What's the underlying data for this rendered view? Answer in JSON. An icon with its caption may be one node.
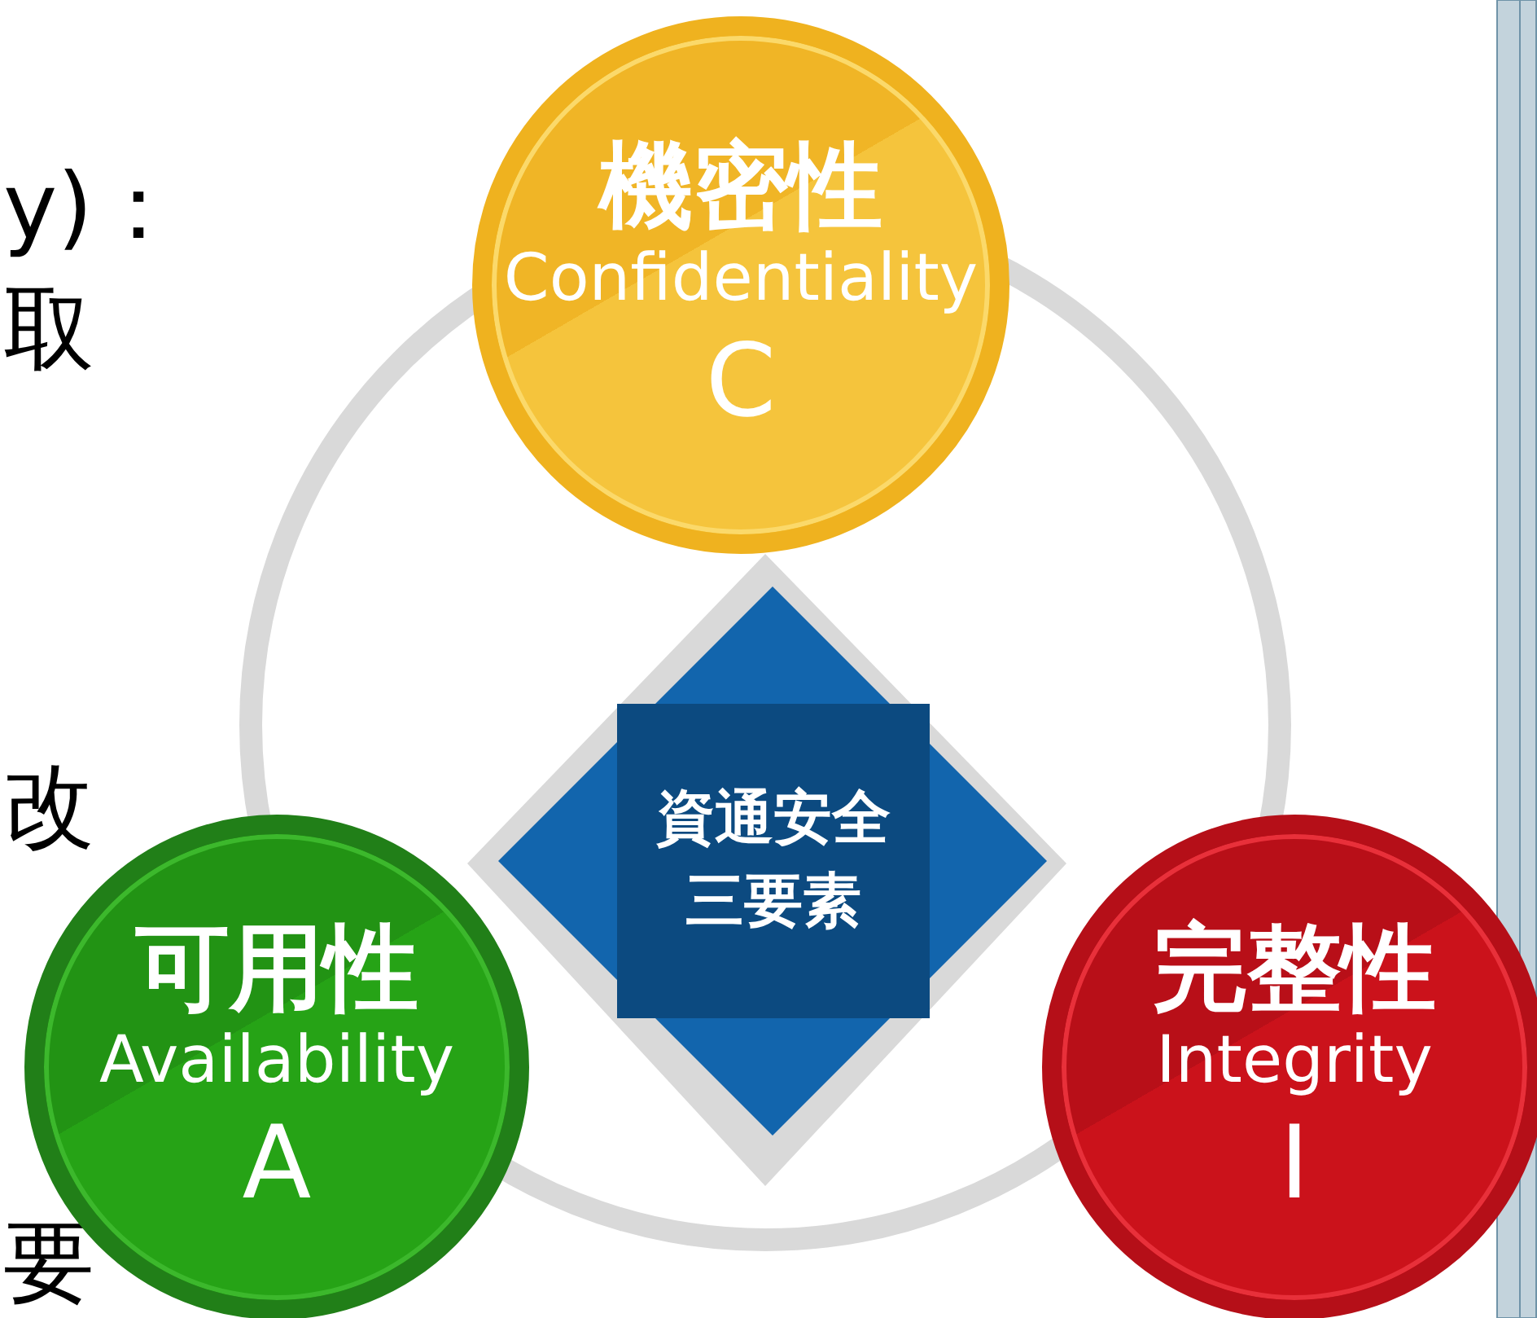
{
  "diagram": {
    "nodes": [
      {
        "text": [
          "機密性",
          "Confidentiality",
          "C"
        ]
      },
      {
        "text": [
          "資通安全三要素"
        ]
      },
      {
        "text": [
          "可用性",
          "Availability",
          "A"
        ]
      },
      {
        "text": [
          "完整性",
          "Integrity",
          "I"
        ]
      }
    ],
    "labels": [
      "y)：",
      "取",
      "改",
      "要"
    ]
  }
}
